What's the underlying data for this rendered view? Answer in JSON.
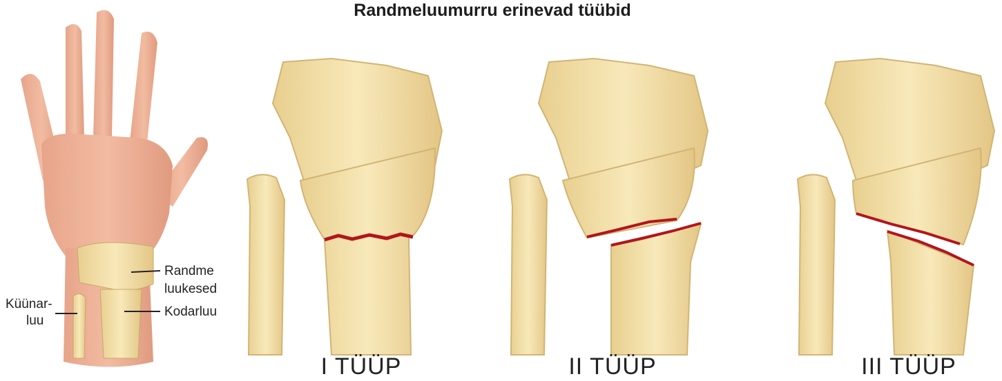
{
  "title": "Randmeluumurru erinevad tüübid",
  "hand_labels": {
    "carpal_line1": "Randme",
    "carpal_line2": "luukesed",
    "radius": "Kodarluu",
    "ulna_line1": "Küünar-",
    "ulna_line2": "luu"
  },
  "types": [
    {
      "label": "I TÜÜP"
    },
    {
      "label": "II TÜÜP"
    },
    {
      "label": "III TÜÜP"
    }
  ],
  "colors": {
    "skin": "#e9a98c",
    "bone": "#f3dfa4",
    "bone_outline": "#d2b474",
    "fracture": "#b3151b"
  }
}
